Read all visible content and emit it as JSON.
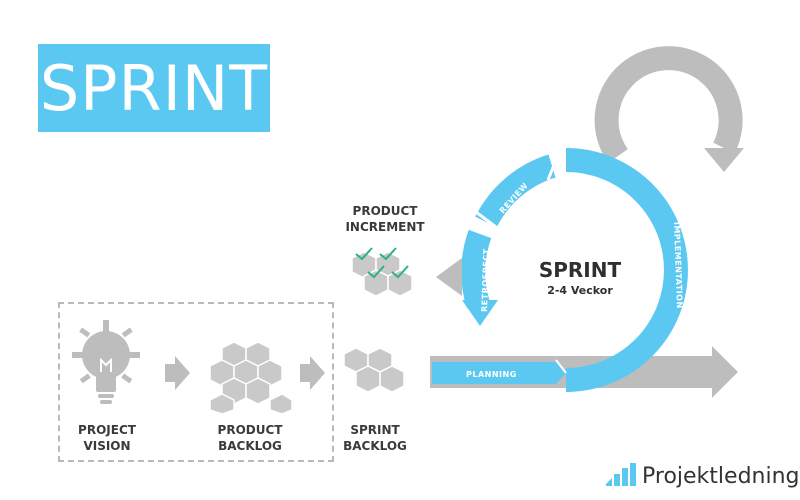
{
  "title": "SPRINT",
  "sprint_cycle": {
    "title": "SPRINT",
    "duration": "2-4 Veckor",
    "phases": {
      "planning": "PLANNING",
      "implementation": "IMPLEMENTATION",
      "review": "REVIEW",
      "retrospect": "RETROSPECT"
    }
  },
  "stages": {
    "project_vision": [
      "PROJECT",
      "VISION"
    ],
    "product_backlog": [
      "PRODUCT",
      "BACKLOG"
    ],
    "sprint_backlog": [
      "SPRINT",
      "BACKLOG"
    ],
    "product_increment": [
      "PRODUCT",
      "INCREMENT"
    ]
  },
  "brand": "Projektledning",
  "colors": {
    "accent": "#5bc8f2",
    "gray": "#bdbdbd",
    "dark_text": "#333333"
  },
  "icons": [
    "lightbulb-icon",
    "cubes-icon",
    "checkmark-icon",
    "arrow-right-icon",
    "bar-chart-icon"
  ]
}
